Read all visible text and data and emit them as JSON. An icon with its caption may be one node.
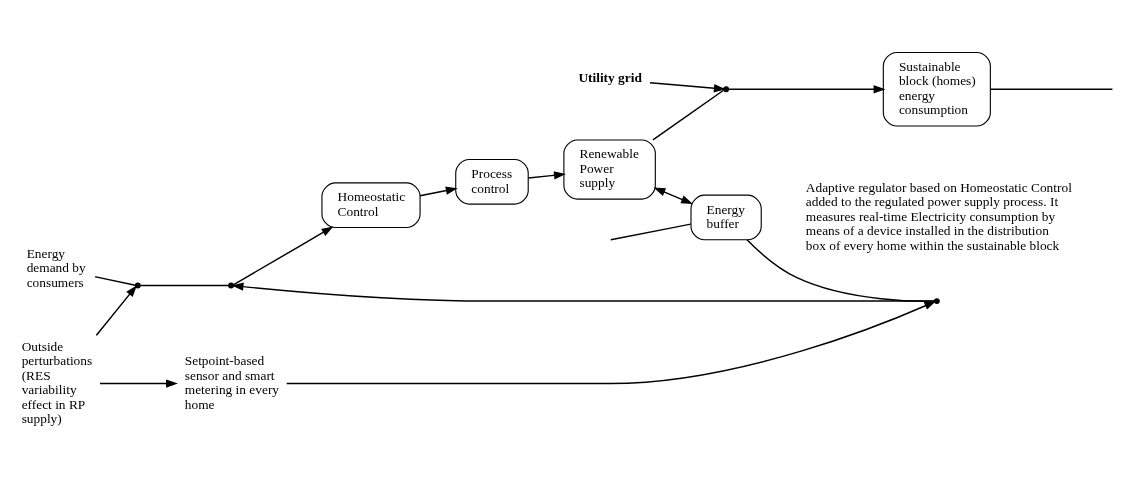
{
  "diagram": {
    "nodes": [
      {
        "text": [
          "Energy demand by consumers"
        ]
      },
      {
        "text": [],
        "shape": "point"
      },
      {
        "text": [],
        "shape": "point"
      },
      {
        "text": [
          "Homeostatic Control"
        ]
      },
      {
        "text": [
          "Process control"
        ]
      },
      {
        "text": [
          "Renewable Power supply"
        ]
      },
      {
        "text": [],
        "shape": "point"
      },
      {
        "text": [
          "Utility grid"
        ]
      },
      {
        "text": [
          "Sustainable block (homes) energy consumption"
        ]
      },
      {
        "text": [
          "Energy buffer"
        ]
      },
      {
        "text": [],
        "shape": "point"
      },
      {
        "text": [
          "Setpoint-based sensor and smart metering in every home"
        ]
      },
      {
        "text": [
          "Outside perturbations (RES variability effect in RP supply)"
        ]
      }
    ],
    "edges": [
      {
        "from": 0,
        "to": 1,
        "arrow": "none"
      },
      {
        "from": 1,
        "to": 2,
        "arrow": "none"
      },
      {
        "from": 2,
        "to": 3,
        "arrow": "to"
      },
      {
        "from": 3,
        "to": 4,
        "arrow": "to"
      },
      {
        "from": 4,
        "to": 5,
        "arrow": "to"
      },
      {
        "from": 5,
        "to": 6,
        "arrow": "none"
      },
      {
        "from": 7,
        "to": 6,
        "arrow": "to"
      },
      {
        "from": 6,
        "to": 8,
        "arrow": "to"
      },
      {
        "from": 8,
        "to": null,
        "arrow": "none"
      },
      {
        "from": 5,
        "to": 9,
        "arrow": "both"
      },
      {
        "from": null,
        "to": 9,
        "arrow": "none"
      },
      {
        "from": 9,
        "to": 10,
        "arrow": "none"
      },
      {
        "from": 10,
        "to": 2,
        "arrow": "to"
      },
      {
        "from": 11,
        "to": 10,
        "arrow": "to"
      },
      {
        "from": 12,
        "to": 11,
        "arrow": "to"
      },
      {
        "from": 12,
        "to": 1,
        "arrow": "to"
      }
    ],
    "labels": [
      "Adaptive regulator based on Homeostatic Control added to the regulated power supply process. It measures real-time Electricity consumption by means of a device installed in the distribution box of every home within the sustainable block"
    ]
  }
}
